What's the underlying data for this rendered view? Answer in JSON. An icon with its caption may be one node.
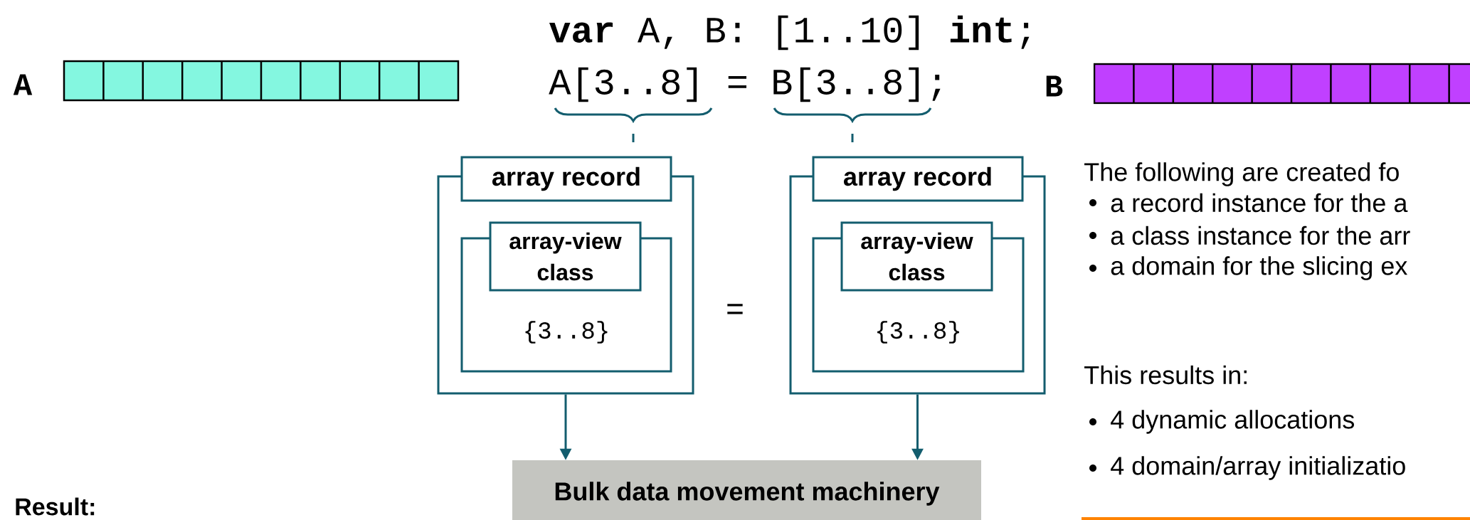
{
  "diagram": {
    "nodes": [
      {
        "text": [
          "array record"
        ]
      },
      {
        "text": [
          "array-view class",
          "{3..8}"
        ],
        "in": 0
      },
      {
        "text": [
          "array record"
        ]
      },
      {
        "text": [
          "array-view class",
          "{3..8}"
        ],
        "in": 2
      },
      {
        "text": [
          "Bulk data movement machinery"
        ]
      }
    ],
    "edges": [
      {
        "from": 0,
        "to": 4,
        "arrow": "to"
      },
      {
        "from": 2,
        "to": 4,
        "arrow": "to"
      }
    ],
    "labels": [
      "**var** A, B: [1..10] **int**;",
      "A",
      "A[3..8] = B[3..8];",
      "B",
      "=",
      "The following are created fo",
      "a record instance for the a",
      "a class instance for the arr",
      "a domain for the slicing ex",
      "This results in:",
      "4 dynamic allocations",
      "4 domain/array initializatio",
      "Result:"
    ]
  }
}
